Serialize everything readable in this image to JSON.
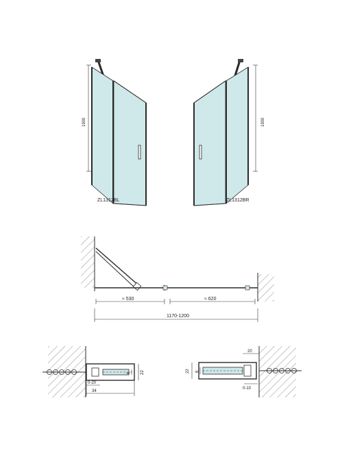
{
  "elevations": {
    "left": {
      "model": "ZL1312BL",
      "height_label": "1900"
    },
    "right": {
      "model": "ZL1312BR",
      "height_label": "1900"
    }
  },
  "plan": {
    "fixed_width": "≈ 530",
    "door_width": "≈ 620",
    "overall_width": "1170-1200"
  },
  "details": {
    "left": {
      "dim_22": "22",
      "dim_6": "6",
      "dim_0_20": "0-20",
      "dim_34": "34"
    },
    "right": {
      "dim_20": "20",
      "dim_22": "22",
      "dim_6": "6",
      "dim_0_10": "0-10"
    }
  },
  "colors": {
    "glass": "#cfe8ea",
    "line": "#2a2a2a"
  }
}
